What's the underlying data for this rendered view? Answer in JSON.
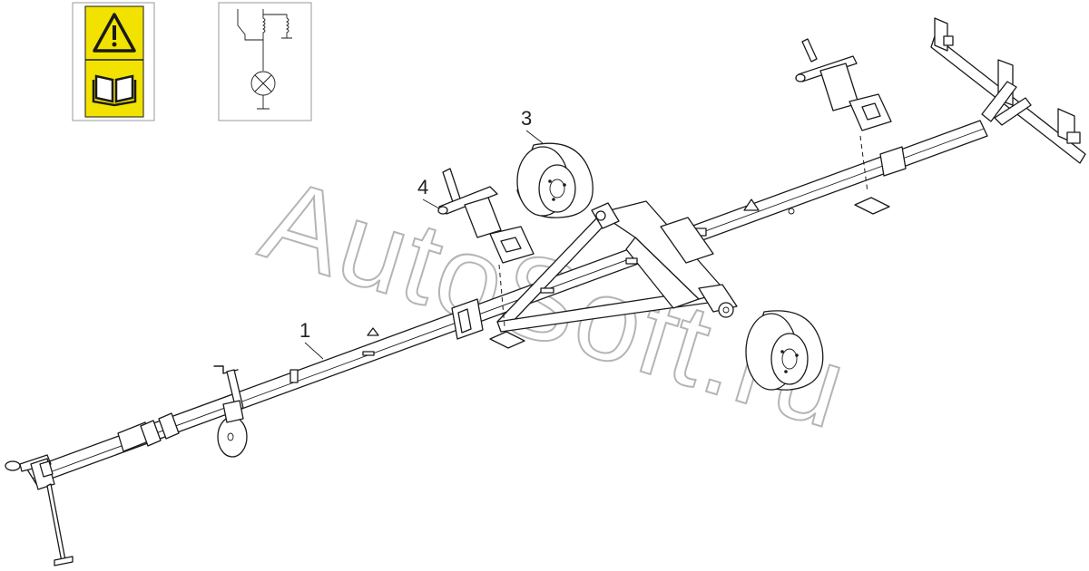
{
  "watermark": "AutoSoft.ru",
  "callouts": {
    "frame": "1",
    "wheel": "3",
    "support": "4"
  },
  "labels": {
    "warning_color": "#f2e200",
    "icons": [
      "warning-triangle-icon",
      "manual-book-icon",
      "electrical-schematic-icon"
    ]
  }
}
